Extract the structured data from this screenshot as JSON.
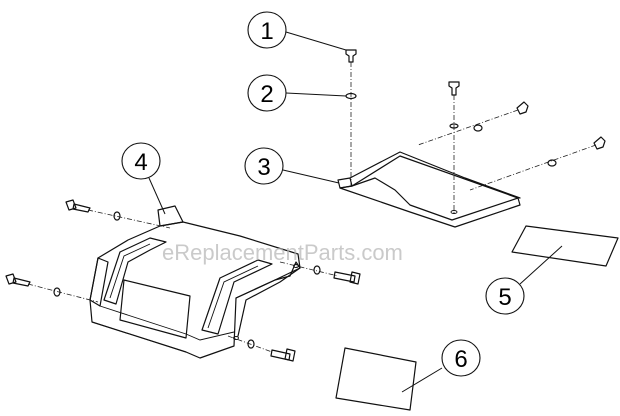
{
  "watermark": "eReplacementParts.com",
  "callouts": [
    {
      "id": "callout-1",
      "label": "1"
    },
    {
      "id": "callout-2",
      "label": "2"
    },
    {
      "id": "callout-3",
      "label": "3"
    },
    {
      "id": "callout-4",
      "label": "4"
    },
    {
      "id": "callout-5",
      "label": "5"
    },
    {
      "id": "callout-6",
      "label": "6"
    }
  ]
}
